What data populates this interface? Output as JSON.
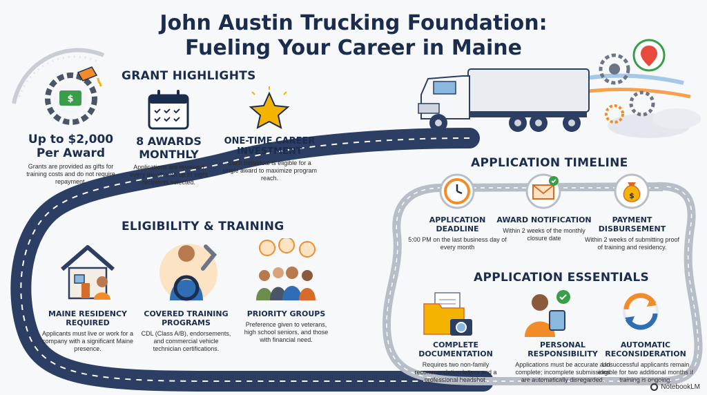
{
  "title": {
    "line1": "John Austin Trucking Foundation:",
    "line2": "Fueling Your Career in Maine"
  },
  "grant_highlights": {
    "heading": "GRANT HIGHLIGHTS",
    "items": [
      {
        "title": "Up to $2,000 Per Award",
        "desc": "Grants are provided as gifts for training costs and do not require repayment.",
        "icon": "fuel-pump-money-icon"
      },
      {
        "title": "8 AWARDS MONTHLY",
        "desc": "Applications are reviewed every month with up to eight recipients selected.",
        "icon": "calendar-icon"
      },
      {
        "title": "ONE-TIME CAREER INVESTMENT",
        "desc": "Each individual is eligible for a single award to maximize program reach.",
        "icon": "star-icon"
      }
    ]
  },
  "eligibility": {
    "heading": "ELIGIBILITY & TRAINING",
    "items": [
      {
        "title": "MAINE RESIDENCY REQUIRED",
        "desc": "Applicants must live or work for a company with a significant Maine presence.",
        "icon": "house-icon"
      },
      {
        "title": "COVERED TRAINING PROGRAMS",
        "desc": "CDL (Class A/B), endorsements, and commercial vehicle technician certifications.",
        "icon": "driver-wrench-icon"
      },
      {
        "title": "PRIORITY GROUPS",
        "desc": "Preference given to veterans, high school seniors, and those with financial need.",
        "icon": "group-icon"
      }
    ]
  },
  "timeline": {
    "heading": "APPLICATION TIMELINE",
    "items": [
      {
        "title": "APPLICATION DEADLINE",
        "desc": "5:00 PM on the last business day of every month",
        "icon": "clock-icon"
      },
      {
        "title": "AWARD NOTIFICATION",
        "desc": "Within 2 weeks of the monthly closure date",
        "icon": "envelope-check-icon"
      },
      {
        "title": "PAYMENT DISBURSEMENT",
        "desc": "Within 2 weeks of submitting proof of training and residency.",
        "icon": "money-bag-icon"
      }
    ]
  },
  "essentials": {
    "heading": "APPLICATION ESSENTIALS",
    "items": [
      {
        "title": "COMPLETE DOCUMENTATION",
        "desc": "Requires two non-family recommendation letters and a professional headshot.",
        "icon": "folder-camera-icon"
      },
      {
        "title": "PERSONAL RESPONSIBILITY",
        "desc": "Applications must be accurate and complete; incomplete submissions are automatically disregarded.",
        "icon": "person-tablet-icon"
      },
      {
        "title": "AUTOMATIC RECONSIDERATION",
        "desc": "Unsuccessful applicants remain eligible for two additional months if training is ongoing.",
        "icon": "refresh-arrows-icon"
      }
    ]
  },
  "footer": {
    "brand": "NotebookLM"
  },
  "colors": {
    "navy": "#1b2d4f",
    "road": "#2c3e63",
    "orange": "#f28c28",
    "gold": "#f5b301",
    "green": "#3a9d4a"
  }
}
